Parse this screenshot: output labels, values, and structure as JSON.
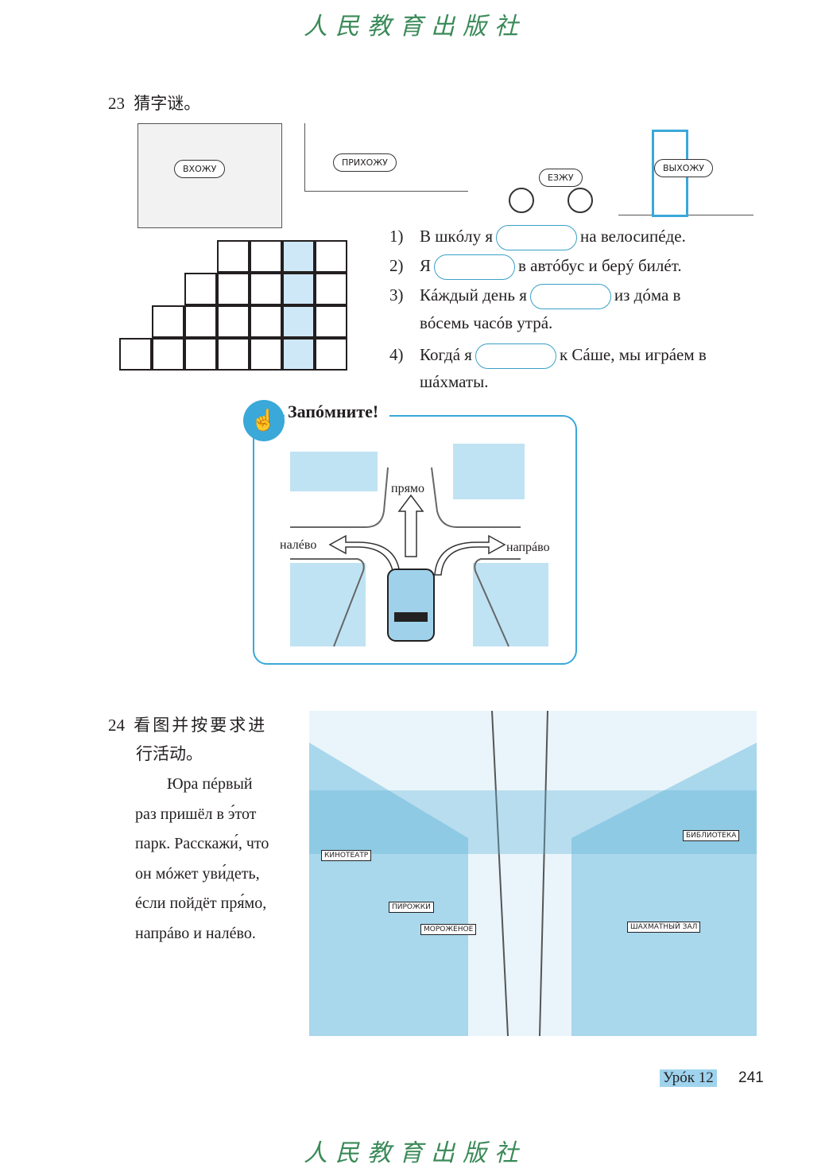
{
  "watermark": "人民教育出版社",
  "exercise23": {
    "number": "23",
    "title": "猜字谜。",
    "pictures": [
      "ВХОЖУ",
      "ПРИХОЖУ",
      "ЕЗЖУ",
      "ВЫХОЖУ"
    ],
    "sentences": [
      {
        "num": "1)",
        "before": "В шкóлу я",
        "after": "на велосипéде."
      },
      {
        "num": "2)",
        "before": "Я",
        "after": "в автóбус и берý билéт."
      },
      {
        "num": "3)",
        "before": "Кáждый день я",
        "after": "из дóма в",
        "cont": "вóсемь часóв утрá."
      },
      {
        "num": "4)",
        "before": "Когдá я",
        "after": "к Сáше, мы игрáем в",
        "cont": "шáхматы."
      }
    ]
  },
  "remember": {
    "title": "Запóмните!",
    "labels": {
      "straight": "прямо",
      "left": "налéво",
      "right": "напрáво"
    }
  },
  "exercise24": {
    "number": "24",
    "title_line1": "看图并按要求进",
    "title_line2": "行活动。",
    "text": [
      "Юра пéрвый",
      "раз пришёл в э́тот",
      "парк. Расскажи́, что",
      "он мóжет уви́деть,",
      "éсли пойдёт пря́мо,",
      "напрáво и налéво."
    ],
    "signs": [
      "КИНОТЕАТР",
      "ПИРОЖКИ",
      "МОРОЖЕНОЕ",
      "БИБЛИОТЕКА",
      "ШАХМАТНЫЙ ЗАЛ"
    ]
  },
  "footer": {
    "lesson": "Урóк 12",
    "page": "241"
  },
  "colors": {
    "accent": "#3aa8d8",
    "highlight": "#cfe8f7",
    "watermark": "#3a8a58"
  }
}
